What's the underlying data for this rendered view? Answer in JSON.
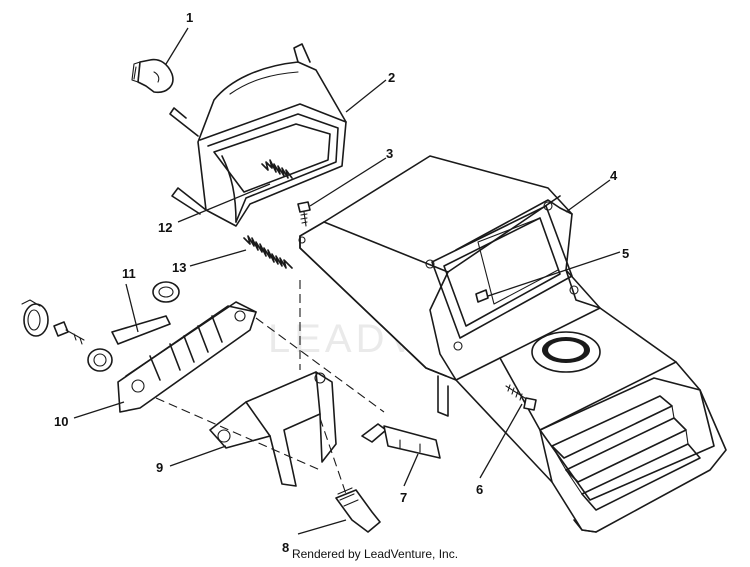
{
  "diagram": {
    "callouts": [
      "1",
      "2",
      "3",
      "4",
      "5",
      "6",
      "7",
      "8",
      "9",
      "10",
      "11",
      "12",
      "13"
    ],
    "watermark": "LEADVENTURE",
    "footer": "Rendered by LeadVenture, Inc."
  }
}
